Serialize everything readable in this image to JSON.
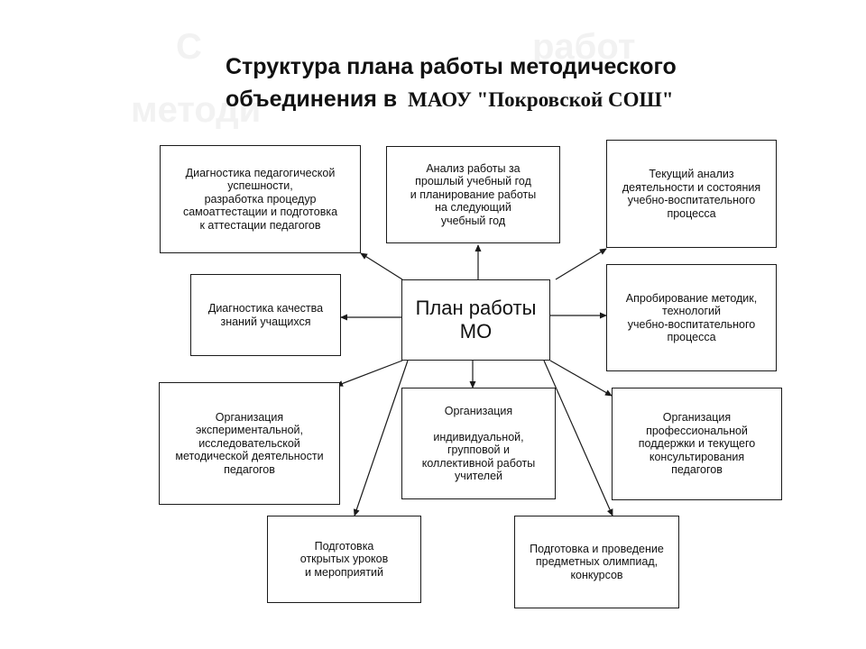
{
  "title": {
    "line1": "Структура плана работы методического",
    "line2": "объединения в",
    "school": "МАОУ \"Покровской СОШ\""
  },
  "center": {
    "label": "План работы\nМО"
  },
  "boxes": {
    "diagnostics_ped": "Диагностика педагогической\nуспешности,\nразработка процедур\nсамоаттестации и подготовка\nк аттестации педагогов",
    "analysis": "Анализ работы за\nпрошлый учебный год\nи планирование работы\nна следующий\nучебный год",
    "current_analysis": "Текущий анализ\nдеятельности и состояния\nучебно-воспитательного\nпроцесса",
    "knowledge_quality": "Диагностика качества\nзнаний учащихся",
    "approbation": "Апробирование методик,\nтехнологий\nучебно-воспитательного\nпроцесса",
    "experimental": "Организация\nэкспериментальной,\nисследовательской\nметодической деятельности\nпедагогов",
    "individual_work": "Организация\n\nиндивидуальной,\nгрупповой и\nколлективной работы\nучителей",
    "prof_support": "Организация\nпрофессиональной\nподдержки и текущего\nконсультирования\nпедагогов",
    "open_lessons": "Подготовка\nоткрытых уроков\nи мероприятий",
    "olympiads": "Подготовка и проведение\nпредметных олимпиад,\nконкурсов"
  }
}
